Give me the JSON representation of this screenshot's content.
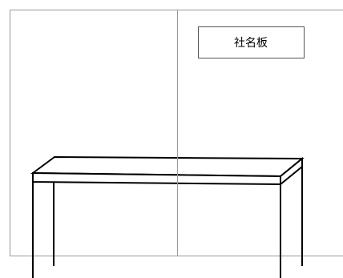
{
  "name_plate": {
    "label": "社名板"
  },
  "colors": {
    "room_lines": "#9a9a9a",
    "plate_border": "#555555",
    "desk_lines": "#000000",
    "background": "#ffffff"
  },
  "objects": [
    "back-wall",
    "room-corner",
    "floor-line",
    "name-plate",
    "desk"
  ]
}
